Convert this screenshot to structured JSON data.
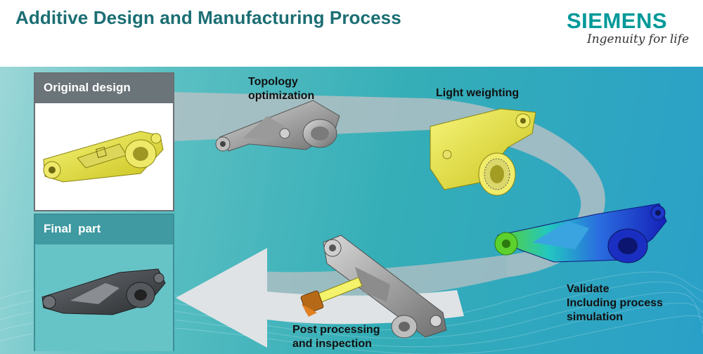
{
  "header": {
    "title": "Additive Design and Manufacturing Process",
    "brand": "SIEMENS",
    "tagline": "Ingenuity for life"
  },
  "steps": {
    "original_design": "Original design",
    "topology_optimization_1": "Topology",
    "topology_optimization_2": "optimization",
    "light_weighting": "Light weighting",
    "validate_1": "Validate",
    "validate_2": "Including process",
    "validate_3": "simulation",
    "post_processing_1": "Post processing",
    "post_processing_2": "and inspection",
    "final_part": "Final  part"
  },
  "colors": {
    "title": "#1b6e73",
    "brand": "#009999",
    "card_original_header": "#6b7479",
    "card_final_header": "#3f9aa1",
    "arrow": "#b9c0c4"
  },
  "icons": [
    "cycle-arrow",
    "original-part-image",
    "topology-part-image",
    "lightweight-part-image",
    "simulation-part-image",
    "post-processed-part-image",
    "inspection-probe-icon",
    "final-part-image"
  ]
}
